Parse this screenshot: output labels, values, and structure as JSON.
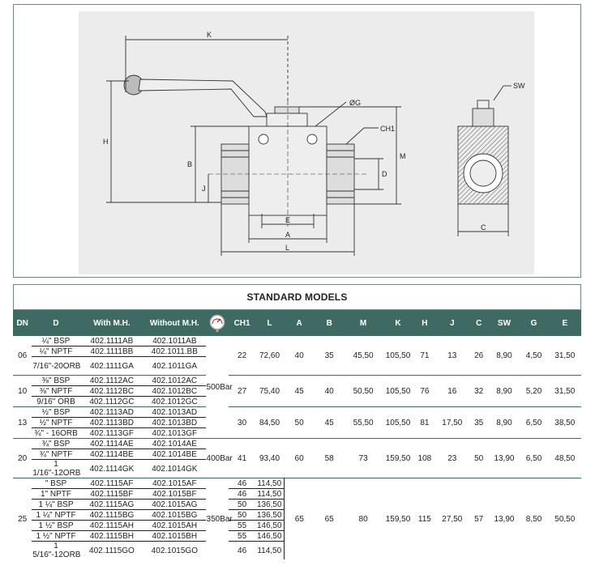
{
  "drawing": {
    "dimension_labels": {
      "k": "K",
      "h": "H",
      "b": "B",
      "j": "J",
      "g": "ØG",
      "ch1": "CH1",
      "m": "M",
      "d": "D",
      "e": "E",
      "a": "A",
      "l": "L",
      "sw": "SW",
      "c": "C"
    }
  },
  "title": "STANDARD MODELS",
  "header": {
    "dn": "DN",
    "d": "D",
    "with_mh": "With M.H.",
    "without_mh": "Without M.H.",
    "pressure_icon": "pressure-gauge-icon",
    "ch1": "CH1",
    "l": "L",
    "a": "A",
    "b": "B",
    "m": "M",
    "k": "K",
    "h": "H",
    "j": "J",
    "c": "C",
    "sw": "SW",
    "g": "G",
    "e": "E"
  },
  "groups": [
    {
      "dn": "06",
      "ch1": "22",
      "l": "72,60",
      "a": "40",
      "b": "35",
      "m": "45,50",
      "k": "105,50",
      "h": "71",
      "j": "13",
      "c": "26",
      "sw": "8,90",
      "g": "4,50",
      "e": "31,50",
      "rows": [
        {
          "d": "¼\" BSP",
          "with_mh": "402.1111AB",
          "without_mh": "402.1011AB"
        },
        {
          "d": "¼\" NPTF",
          "with_mh": "402.1111BB",
          "without_mh": "402.1011.BB"
        },
        {
          "d": "7/16\"-20ORB",
          "with_mh": "402.1111GA",
          "without_mh": "402.1011GA"
        }
      ]
    },
    {
      "dn": "10",
      "ch1": "27",
      "l": "75,40",
      "a": "45",
      "b": "40",
      "m": "50,50",
      "k": "105,50",
      "h": "76",
      "j": "16",
      "c": "32",
      "sw": "8,90",
      "g": "5,20",
      "e": "31,50",
      "rows": [
        {
          "d": "⅜\" BSP",
          "with_mh": "402.1112AC",
          "without_mh": "402.1012AC"
        },
        {
          "d": "⅜\" NPTF",
          "with_mh": "402.1112BC",
          "without_mh": "402.1012BC"
        },
        {
          "d": "9/16\" ORB",
          "with_mh": "402.1112GC",
          "without_mh": "402.1012GC"
        }
      ]
    },
    {
      "dn": "13",
      "ch1": "30",
      "l": "84,50",
      "a": "50",
      "b": "45",
      "m": "55,50",
      "k": "105,50",
      "h": "81",
      "j": "17,50",
      "c": "35",
      "sw": "8,90",
      "g": "6,50",
      "e": "38,50",
      "rows": [
        {
          "d": "½\" BSP",
          "with_mh": "402.1113AD",
          "without_mh": "402.1013AD"
        },
        {
          "d": "½\" NPTF",
          "with_mh": "402.1113BD",
          "without_mh": "402.1013BD"
        },
        {
          "d": "¾\" - 16ORB",
          "with_mh": "402.1113GF",
          "without_mh": "402.1013GF"
        }
      ]
    },
    {
      "dn": "20",
      "ch1": "41",
      "l": "93,40",
      "a": "60",
      "b": "58",
      "m": "73",
      "k": "159,50",
      "h": "108",
      "j": "23",
      "c": "50",
      "sw": "13,90",
      "g": "6,50",
      "e": "48,50",
      "rows": [
        {
          "d": "¾\" BSP",
          "with_mh": "402.1114AE",
          "without_mh": "402.1014AE"
        },
        {
          "d": "¾\" NPTF",
          "with_mh": "402.1114BE",
          "without_mh": "402.1014BE"
        },
        {
          "d": "1 1/16\"-12ORB",
          "with_mh": "402.1114GK",
          "without_mh": "402.1014GK"
        }
      ]
    },
    {
      "dn": "25",
      "l": "",
      "a": "65",
      "b": "65",
      "m": "80",
      "k": "159,50",
      "h": "115",
      "j": "27,50",
      "c": "57",
      "sw": "13,90",
      "g": "8,50",
      "e": "50,50",
      "rows": [
        {
          "d": "\" BSP",
          "with_mh": "402.1115AF",
          "without_mh": "402.1015AF",
          "ch1": "46",
          "l": "114,50"
        },
        {
          "d": "1\" NPTF",
          "with_mh": "402.1115BF",
          "without_mh": "402.1015BF",
          "ch1": "46",
          "l": "114,50"
        },
        {
          "d": "1 ¼\" BSP",
          "with_mh": "402.1115AG",
          "without_mh": "402.1015AG",
          "ch1": "50",
          "l": "136,50"
        },
        {
          "d": "1 ¼\" NPTF",
          "with_mh": "402.1115BG",
          "without_mh": "402.1015BG",
          "ch1": "50",
          "l": "136,50"
        },
        {
          "d": "1 ½\" BSP",
          "with_mh": "402.1115AH",
          "without_mh": "402.1015AH",
          "ch1": "55",
          "l": "146,50"
        },
        {
          "d": "1 ½\" NPTF",
          "with_mh": "402.1115BH",
          "without_mh": "402.1015BH",
          "ch1": "55",
          "l": "146,50"
        },
        {
          "d": "1 5/16\"-12ORB",
          "with_mh": "402.1115GO",
          "without_mh": "402.1015GO",
          "ch1": "46",
          "l": "114,50"
        }
      ]
    }
  ],
  "pressures": {
    "p500": "500Bar",
    "p400": "400Bar",
    "p350": "350Bar"
  }
}
